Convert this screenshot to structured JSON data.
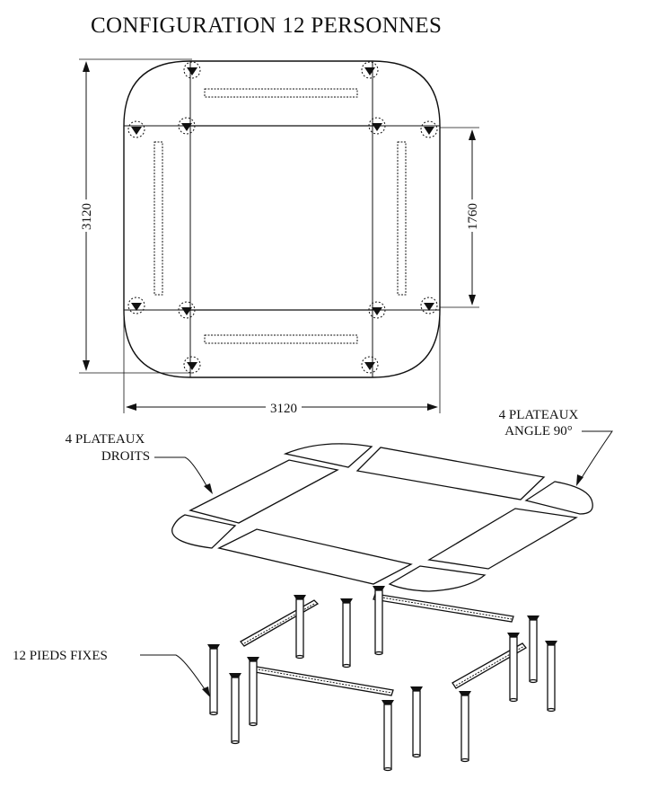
{
  "title": "CONFIGURATION 12 PERSONNES",
  "dimensions": {
    "overall_height": "3120",
    "overall_width": "3120",
    "inner_span": "1760"
  },
  "callouts": {
    "straight_plates_line1": "4 PLATEAUX",
    "straight_plates_line2": "DROITS",
    "corner_plates_line1": "4 PLATEAUX",
    "corner_plates_line2": "ANGLE 90°",
    "legs": "12 PIEDS FIXES"
  },
  "colors": {
    "ink": "#111111",
    "paper": "#ffffff"
  }
}
